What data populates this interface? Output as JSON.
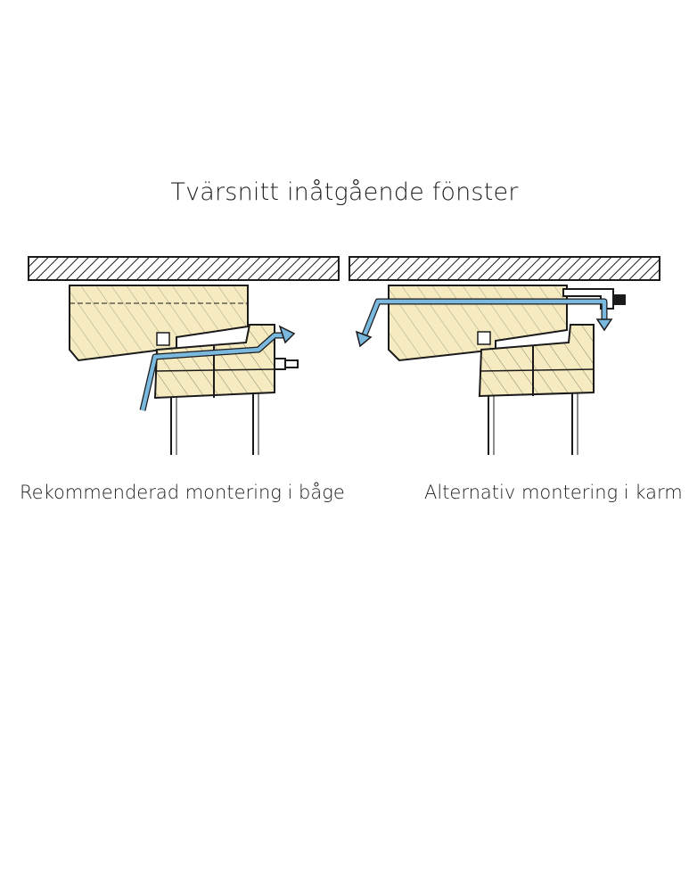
{
  "title": "Tvärsnitt inåtgående fönster",
  "captions": {
    "left": "Rekommenderad montering i båge",
    "right": "Alternativ montering i karm"
  },
  "colors": {
    "wood": "#f6eac0",
    "outline": "#1a1a1a",
    "air_flow": "#7ab8de",
    "background": "#ffffff"
  }
}
